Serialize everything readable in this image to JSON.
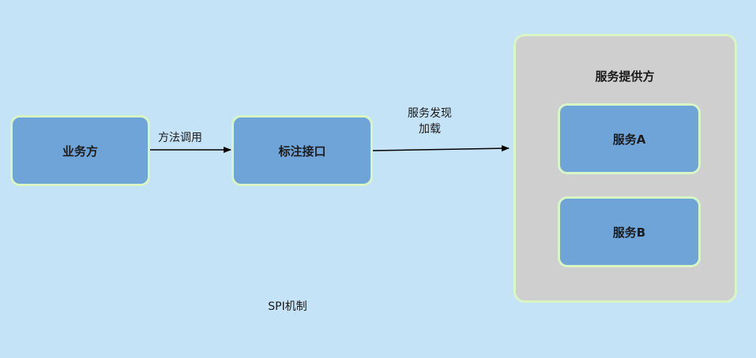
{
  "nodes": {
    "business": "业务方",
    "interface": "标注接口",
    "provider_title": "服务提供方",
    "service_a": "服务A",
    "service_b": "服务B"
  },
  "edges": {
    "method_call": "方法调用",
    "discovery_line1": "服务发现",
    "discovery_line2": "加载"
  },
  "caption": "SPI机制",
  "colors": {
    "background": "#c5e3f7",
    "node_fill": "#6fa4d9",
    "node_border": "#d8f5c4",
    "provider_fill": "#cfcfcf"
  }
}
